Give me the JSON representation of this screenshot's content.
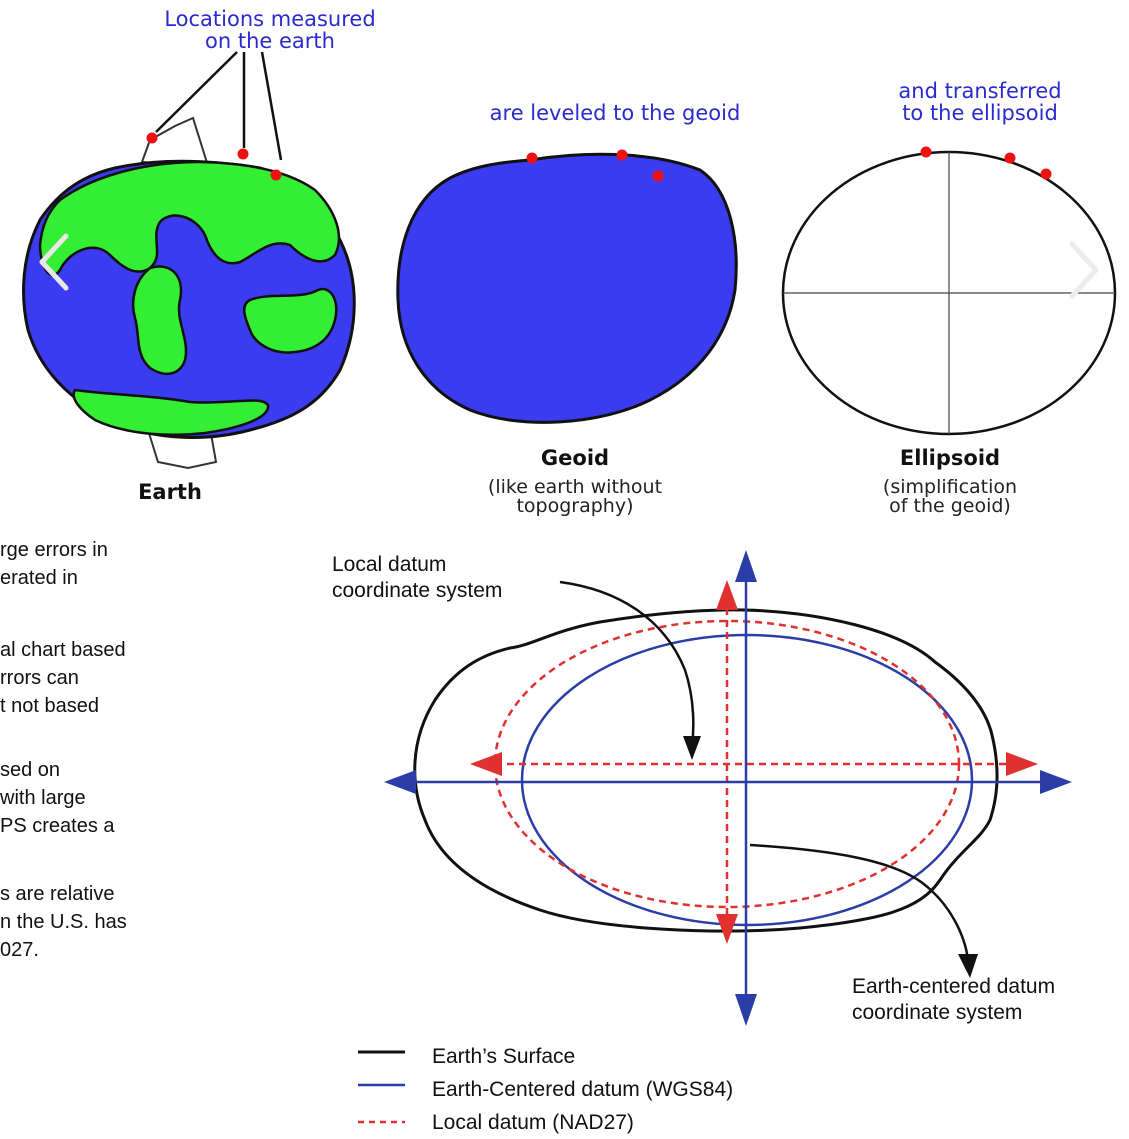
{
  "top": {
    "earth_caption_lines": [
      "Locations measured",
      "on the earth"
    ],
    "geoid_caption": "are leveled to the geoid",
    "ellipsoid_caption_lines": [
      "and transferred",
      "to the ellipsoid"
    ],
    "earth_label": "Earth",
    "geoid_label": "Geoid",
    "geoid_sub_lines": [
      "(like earth without",
      "topography)"
    ],
    "ellipsoid_label": "Ellipsoid",
    "ellipsoid_sub_lines": [
      "(simplification",
      "of the geoid)"
    ]
  },
  "left_text": {
    "lines": [
      "rge errors in",
      "erated in",
      "",
      "al chart based",
      "rrors can",
      "t not based",
      "",
      "sed on",
      " with large",
      "PS creates a",
      "",
      "s are relative",
      "n the U.S. has",
      "027."
    ]
  },
  "datum": {
    "local_label_lines": [
      "Local datum",
      "coordinate system"
    ],
    "earth_centered_label_lines": [
      "Earth-centered datum",
      "coordinate system"
    ],
    "legend": [
      {
        "label": "Earth’s Surface",
        "color": "#111111",
        "style": "solid"
      },
      {
        "label": "Earth-Centered datum (WGS84)",
        "color": "#2b3ea8",
        "style": "solid"
      },
      {
        "label": "Local datum (NAD27)",
        "color": "#e03030",
        "style": "dashed"
      }
    ]
  },
  "colors": {
    "ocean": "#3b3bf0",
    "land": "#33ee33",
    "point": "#ee1111",
    "caption_blue": "#2a2ad0",
    "wgs84_blue": "#2b3ea8",
    "nad27_red": "#e03030"
  },
  "nav": {
    "prev_icon": "chevron-left-icon",
    "next_icon": "chevron-right-icon"
  }
}
